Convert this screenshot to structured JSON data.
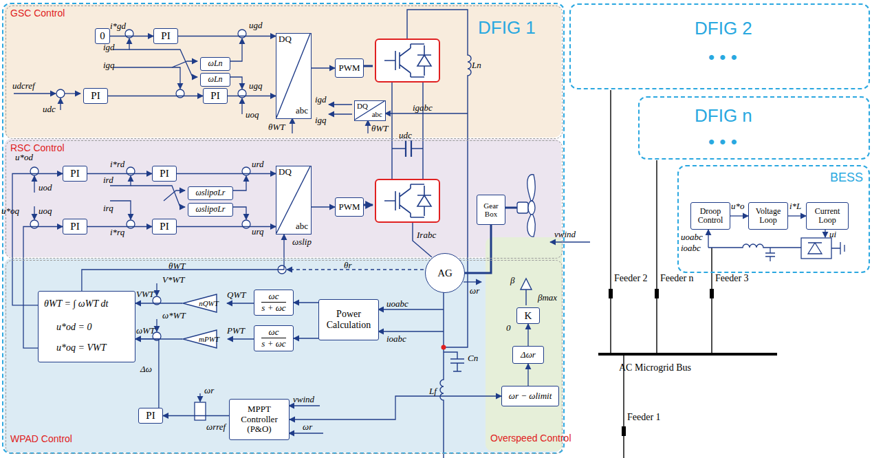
{
  "diagram": {
    "nodes": [
      {
        "text": [
          "DFIG 1"
        ]
      },
      {
        "text": [
          "GSC Control"
        ],
        "in": 0
      },
      {
        "text": [
          "0"
        ],
        "in": 1
      },
      {
        "text": [
          "PI"
        ],
        "in": 1
      },
      {
        "text": [
          "ωLn"
        ],
        "in": 1
      },
      {
        "text": [
          "ωLn"
        ],
        "in": 1
      },
      {
        "text": [
          "PI"
        ],
        "in": 1
      },
      {
        "text": [
          "PI"
        ],
        "in": 1
      },
      {
        "text": [
          "DQ",
          "abc"
        ],
        "in": 1
      },
      {
        "text": [
          "PWM"
        ],
        "in": 1
      },
      {
        "text": [
          "DQ",
          "abc"
        ],
        "in": 1
      },
      {
        "text": [
          "RSC Control"
        ],
        "in": 0
      },
      {
        "text": [
          "PI"
        ],
        "in": 11
      },
      {
        "text": [
          "PI"
        ],
        "in": 11
      },
      {
        "text": [
          "ωslipσLr"
        ],
        "in": 11
      },
      {
        "text": [
          "ωslipσLr"
        ],
        "in": 11
      },
      {
        "text": [
          "PI"
        ],
        "in": 11
      },
      {
        "text": [
          "PI"
        ],
        "in": 11
      },
      {
        "text": [
          "DQ",
          "abc"
        ],
        "in": 11
      },
      {
        "text": [
          "PWM"
        ],
        "in": 11
      },
      {
        "text": [
          "WPAD Control"
        ],
        "in": 0
      },
      {
        "text": [
          "θWT = ∫ ωWT dt",
          "u*od = 0",
          "u*oq = VWT"
        ],
        "in": 20
      },
      {
        "text": [
          "nQWT"
        ],
        "in": 20
      },
      {
        "text": [
          "mPWT"
        ],
        "in": 20
      },
      {
        "text": [
          "ωc",
          "s + ωc"
        ],
        "in": 20
      },
      {
        "text": [
          "ωc",
          "s + ωc"
        ],
        "in": 20
      },
      {
        "text": [
          "Power Calculation"
        ],
        "in": 20
      },
      {
        "text": [
          "PI"
        ],
        "in": 20
      },
      {
        "text": [
          "MPPT Controller (P&O)"
        ],
        "in": 20
      },
      {
        "text": [
          "Overspeed Control"
        ],
        "in": 20
      },
      {
        "text": [
          "ωr − ωlimit"
        ],
        "in": 29
      },
      {
        "text": [
          "Δωr"
        ],
        "in": 29
      },
      {
        "text": [
          "K"
        ],
        "in": 29
      },
      {
        "text": [
          "Gear Box"
        ],
        "in": 11
      },
      {
        "text": [
          "AG"
        ],
        "in": 0
      },
      {
        "text": [
          "DFIG 2",
          "• • •"
        ]
      },
      {
        "text": [
          "DFIG n",
          "• • •"
        ]
      },
      {
        "text": [
          "BESS"
        ]
      },
      {
        "text": [
          "Droop Control"
        ],
        "in": 37
      },
      {
        "text": [
          "Voltage Loop"
        ],
        "in": 37
      },
      {
        "text": [
          "Current Loop"
        ],
        "in": 37
      }
    ],
    "edges": [
      {
        "from": 2,
        "to": 3,
        "arrow": "to"
      },
      {
        "from": 3,
        "to": 8,
        "arrow": "to"
      },
      {
        "from": 6,
        "to": 7,
        "arrow": "to"
      },
      {
        "from": 7,
        "to": 8,
        "arrow": "to"
      },
      {
        "from": 8,
        "to": 9,
        "arrow": "to"
      },
      {
        "from": 12,
        "to": 13,
        "arrow": "to"
      },
      {
        "from": 13,
        "to": 18,
        "arrow": "to"
      },
      {
        "from": 16,
        "to": 17,
        "arrow": "to"
      },
      {
        "from": 17,
        "to": 18,
        "arrow": "to"
      },
      {
        "from": 18,
        "to": 19,
        "arrow": "to"
      },
      {
        "from": 21,
        "to": 12,
        "arrow": "to"
      },
      {
        "from": 21,
        "to": 16,
        "arrow": "to"
      },
      {
        "from": 26,
        "to": 24,
        "arrow": "to"
      },
      {
        "from": 26,
        "to": 25,
        "arrow": "to"
      },
      {
        "from": 24,
        "to": 22,
        "arrow": "to"
      },
      {
        "from": 25,
        "to": 23,
        "arrow": "to"
      },
      {
        "from": 22,
        "to": 21,
        "arrow": "to"
      },
      {
        "from": 23,
        "to": 21,
        "arrow": "to"
      },
      {
        "from": 28,
        "to": 27,
        "arrow": "to"
      },
      {
        "from": 27,
        "to": 21,
        "arrow": "to"
      },
      {
        "from": 28,
        "to": 30,
        "arrow": "both"
      },
      {
        "from": 30,
        "to": 31,
        "arrow": "to"
      },
      {
        "from": 31,
        "to": 32,
        "arrow": "to"
      },
      {
        "from": 33,
        "to": 34,
        "arrow": "none"
      },
      {
        "from": 38,
        "to": 39,
        "arrow": "to"
      },
      {
        "from": 39,
        "to": 40,
        "arrow": "to"
      },
      {
        "from": 21,
        "to": 18,
        "arrow": "to"
      }
    ],
    "labels": [
      "i*gd",
      "igd",
      "igq",
      "ugd",
      "ugq",
      "udcref",
      "udc",
      "uoq",
      "θWT",
      "igd",
      "igq",
      "θWT",
      "Ln",
      "igabc",
      "udc",
      "u*od",
      "uod",
      "uoq",
      "u*oq",
      "i*rd",
      "ird",
      "irq",
      "i*rq",
      "urd",
      "urq",
      "ωslip",
      "Irabc",
      "vwind",
      "β",
      "βmax",
      "0",
      "θWT",
      "θr",
      "ωr",
      "VWT",
      "V*WT",
      "QWT",
      "ωWT",
      "ω*WT",
      "PWT",
      "uoabc",
      "ioabc",
      "Cn",
      "Lf",
      "Δω",
      "ωr",
      "vwind",
      "ωrref",
      "ωr",
      "AC Microgrid Bus",
      "Feeder 2",
      "Feeder n",
      "Feeder 3",
      "Feeder 1",
      "u*o",
      "i*L",
      "ui",
      "uoabc",
      "ioabc"
    ]
  }
}
